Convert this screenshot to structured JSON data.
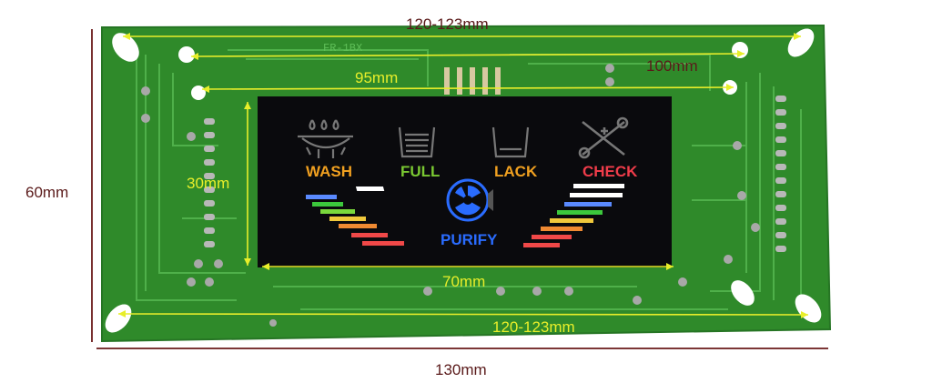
{
  "board": {
    "silkscreen": "FR-1BX",
    "pcb_color": "#2f8a2a",
    "trace_color": "#4fb04a"
  },
  "dimensions": {
    "top_width": "120-123mm",
    "inner_width": "100mm",
    "hole_span": "95mm",
    "display_height": "30mm",
    "display_width": "70mm",
    "bottom_width": "120-123mm",
    "board_height": "60mm",
    "board_length": "130mm"
  },
  "display": {
    "background": "#0a0a0d",
    "indicators": [
      {
        "label": "WASH",
        "icon": "wash-icon",
        "color": "#f0a020"
      },
      {
        "label": "FULL",
        "icon": "full-tank-icon",
        "color": "#7ac832"
      },
      {
        "label": "LACK",
        "icon": "empty-tank-icon",
        "color": "#f0a020"
      },
      {
        "label": "CHECK",
        "icon": "tools-icon",
        "color": "#f03c4a"
      }
    ],
    "center_label": "PURIFY",
    "center_color": "#2a6cff",
    "bar_colors": [
      "#ffffff",
      "#5a8aff",
      "#3cc83c",
      "#7ad83c",
      "#f0c83c",
      "#f08a32",
      "#f04848"
    ]
  }
}
